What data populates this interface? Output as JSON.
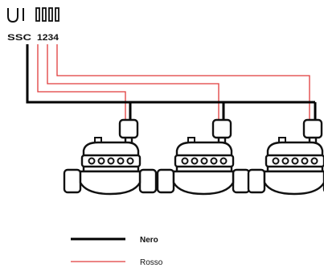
{
  "terminals": {
    "ssc_label": "SSC",
    "stations_label": "1234"
  },
  "legend": {
    "items": [
      {
        "label": "Nero",
        "color": "#000000",
        "bold": true
      },
      {
        "label": "Rosso",
        "color": "#e03b3b",
        "bold": false
      }
    ]
  },
  "colors": {
    "common_wire": "#000000",
    "station_wire": "#e03b3b"
  },
  "valves": {
    "count": 3
  }
}
